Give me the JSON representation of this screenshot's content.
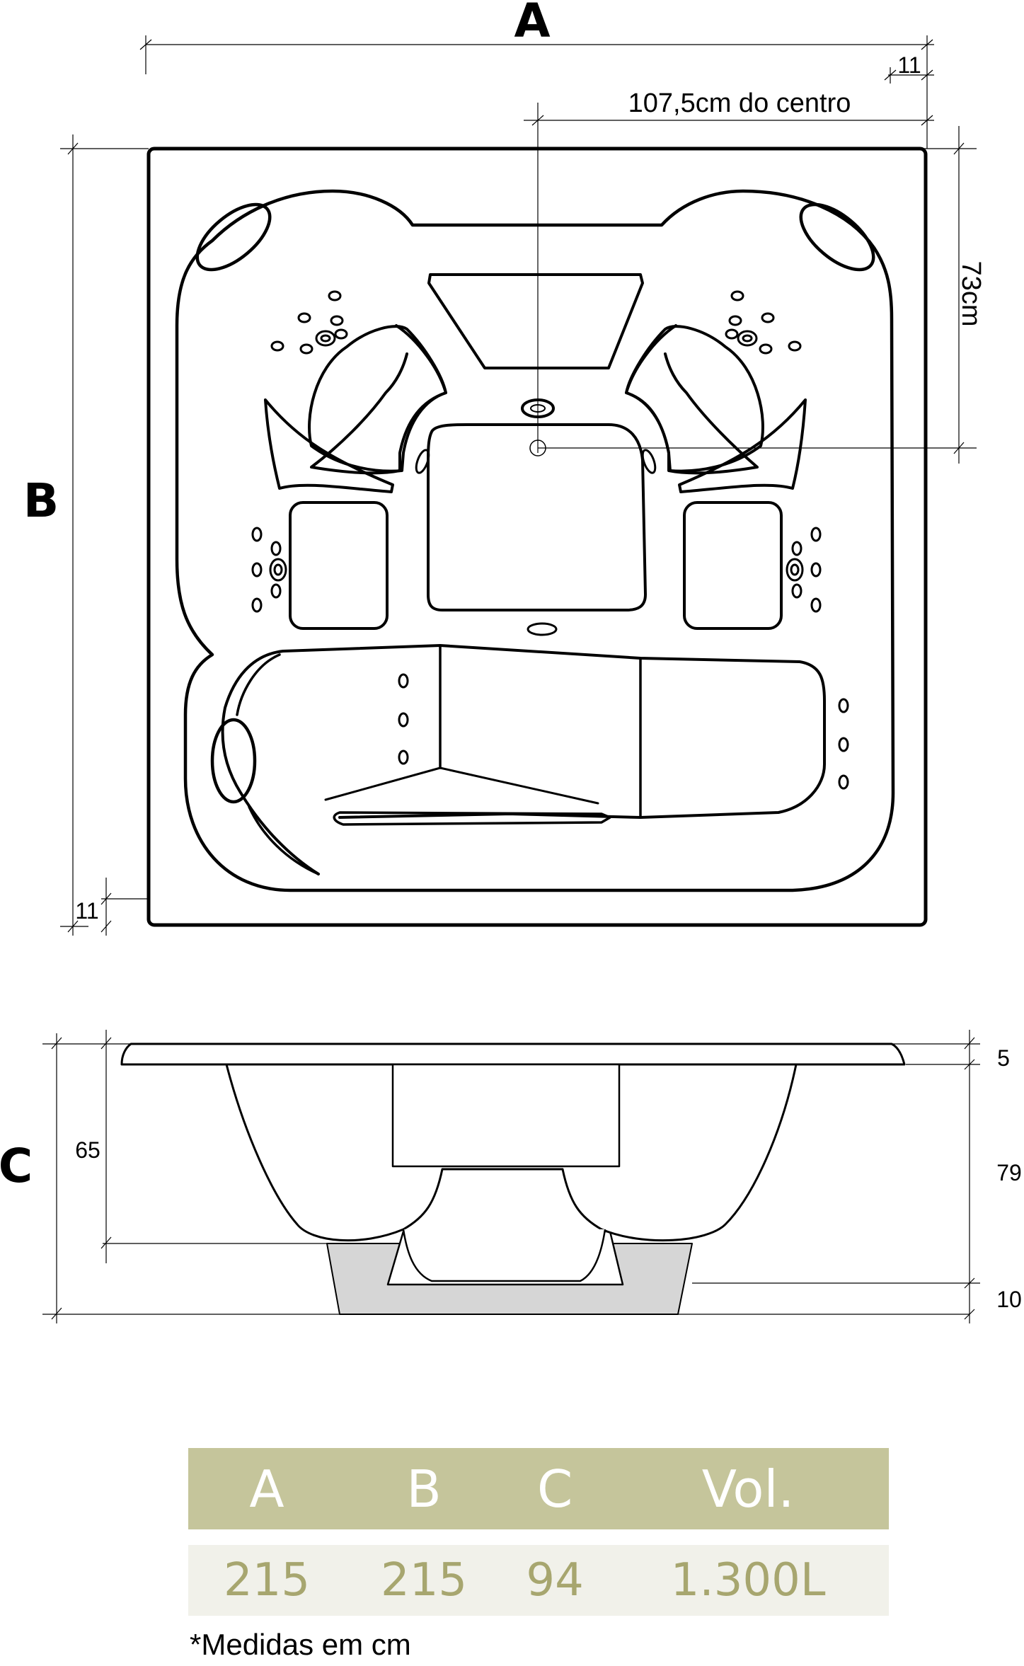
{
  "labels": {
    "a": "A",
    "b": "B",
    "c": "C"
  },
  "top_view": {
    "dim_a_edge": "11",
    "dim_center": "107,5cm do centro",
    "dim_vertical": "73cm",
    "dim_b_edge": "11"
  },
  "side_view": {
    "dim_rim": "5",
    "dim_height_left": "65",
    "dim_body": "79",
    "dim_base": "10"
  },
  "specs": {
    "headers": [
      "A",
      "B",
      "C",
      "Vol."
    ],
    "values": [
      "215",
      "215",
      "94",
      "1.300L"
    ]
  },
  "footnote": "*Medidas em cm",
  "colors": {
    "header_bg": "#c5c59b",
    "row_bg": "#f1f1ea",
    "value_text": "#a7a66f",
    "base_fill": "#d6d6d6"
  }
}
